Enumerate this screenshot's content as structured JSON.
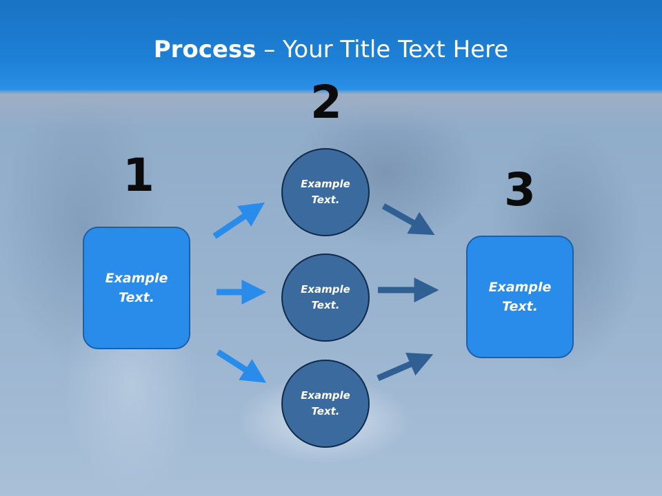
{
  "title": {
    "bold": "Process",
    "rest": " – Your Title Text Here"
  },
  "steps": {
    "one": "1",
    "two": "2",
    "three": "3"
  },
  "left_box": {
    "text": "Example\nText."
  },
  "right_box": {
    "text": "Example\nText."
  },
  "circles": [
    {
      "text": "Example\nText."
    },
    {
      "text": "Example\nText."
    },
    {
      "text": "Example\nText."
    }
  ],
  "colors": {
    "header": "#1d80d6",
    "box": "#2a8cea",
    "circle": "#3a6a9e",
    "arrow_light": "#2a8cea",
    "arrow_dark": "#2f5f93"
  }
}
